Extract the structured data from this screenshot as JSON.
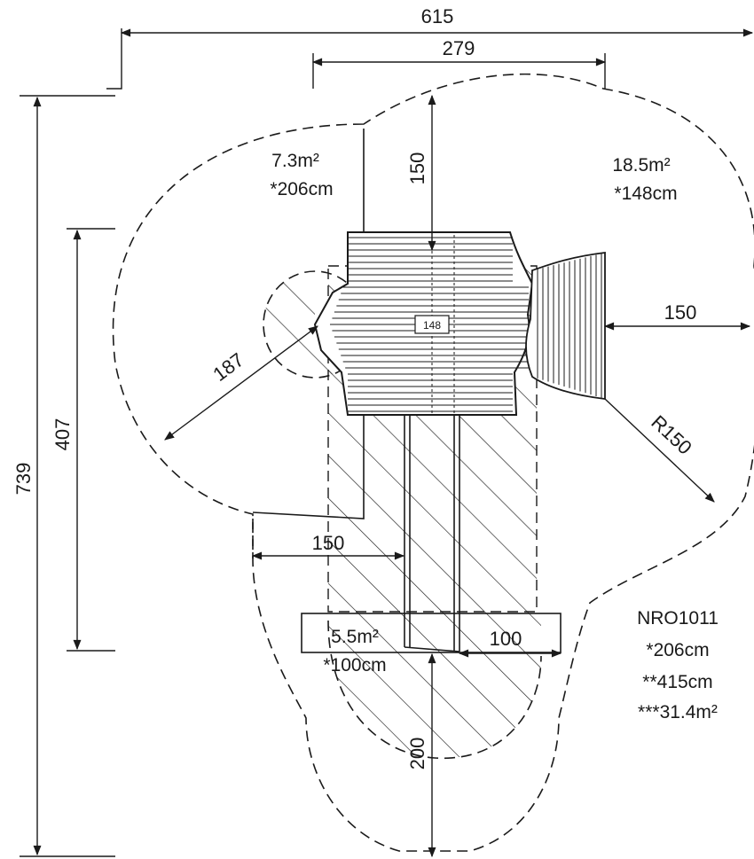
{
  "dimensions": {
    "overall_width": "615",
    "top_width": "279",
    "top_clearance": "150",
    "side_clearance": "150",
    "radius": "R150",
    "diagonal": "187",
    "overall_height": "739",
    "inner_height": "407",
    "left_clearance": "150",
    "slide_clearance": "100",
    "bottom_clearance": "200"
  },
  "areas": {
    "left": {
      "area": "7.3m²",
      "height": "*206cm"
    },
    "right": {
      "area": "18.5m²",
      "height": "*148cm"
    },
    "bottom": {
      "area": "5.5m²",
      "height": "*100cm"
    }
  },
  "platform_tag": "148",
  "model": {
    "code": "NRO1011",
    "height": "*206cm",
    "length": "**415cm",
    "area": "***31.4m²"
  }
}
